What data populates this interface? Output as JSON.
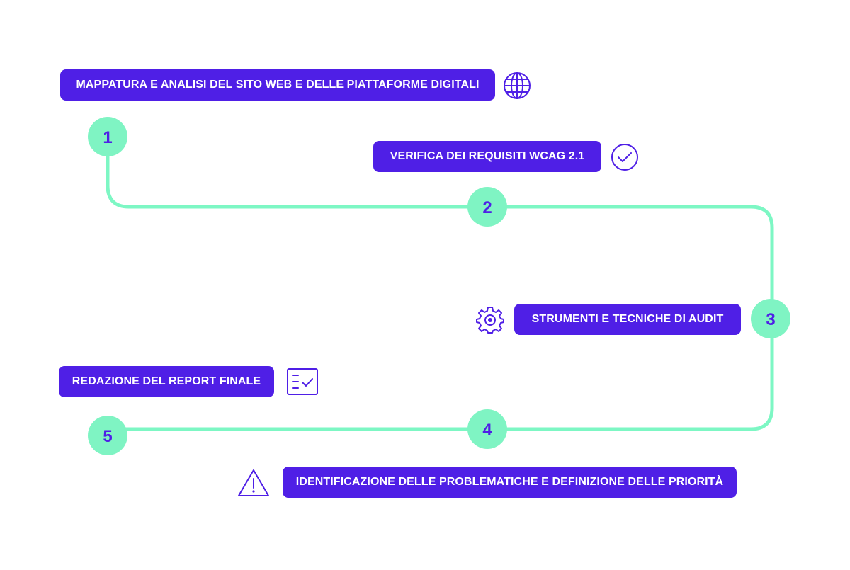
{
  "colors": {
    "accent": "#4f1fe6",
    "path": "#7df7c4",
    "node": "#7ff4c3",
    "label_text": "#ffffff"
  },
  "steps": [
    {
      "number": "1",
      "label": "MAPPATURA E ANALISI DEL SITO WEB E DELLE PIATTAFORME DIGITALI",
      "icon": "globe-icon"
    },
    {
      "number": "2",
      "label": "VERIFICA DEI REQUISITI WCAG 2.1",
      "icon": "check-circle-icon"
    },
    {
      "number": "3",
      "label": "STRUMENTI E TECNICHE DI AUDIT",
      "icon": "gear-icon"
    },
    {
      "number": "4",
      "label": "IDENTIFICAZIONE DELLE PROBLEMATICHE E DEFINIZIONE DELLE PRIORITÀ",
      "icon": "warning-icon"
    },
    {
      "number": "5",
      "label": "REDAZIONE DEL REPORT FINALE",
      "icon": "checklist-icon"
    }
  ]
}
